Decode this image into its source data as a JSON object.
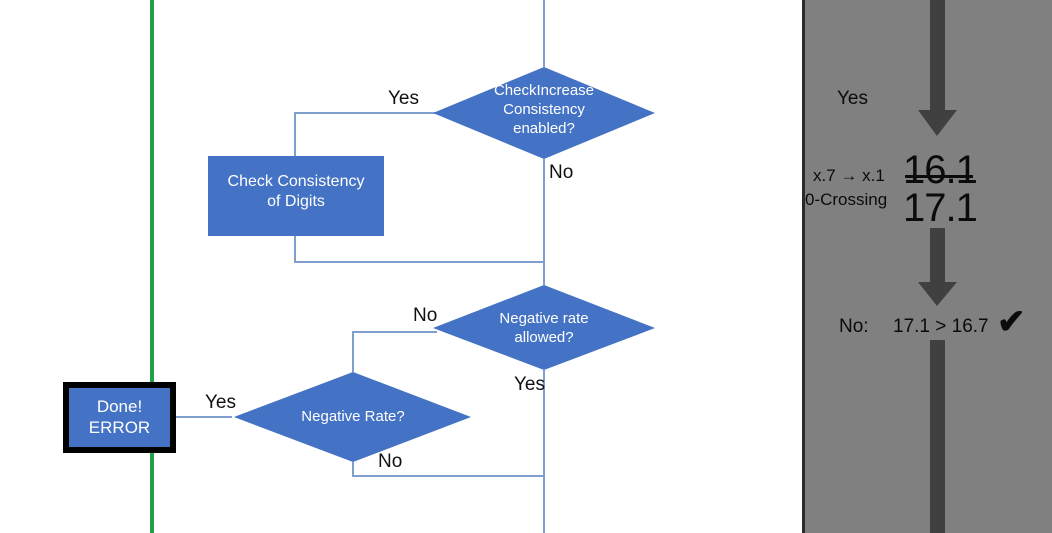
{
  "flowchart": {
    "nodes": [
      {
        "id": "check-increase-consistency",
        "shape": "diamond",
        "label": "CheckIncrease\nConsistency\nenabled?"
      },
      {
        "id": "check-consistency-of-digits",
        "shape": "process",
        "label": "Check Consistency\nof Digits"
      },
      {
        "id": "negative-rate-allowed",
        "shape": "diamond",
        "label": "Negative rate\nallowed?"
      },
      {
        "id": "negative-rate",
        "shape": "diamond",
        "label": "Negative Rate?"
      },
      {
        "id": "done-error",
        "shape": "terminator",
        "label": "Done!\nERROR"
      }
    ],
    "edge_labels": {
      "check_increase_yes": "Yes",
      "check_increase_no": "No",
      "negative_rate_allowed_no": "No",
      "negative_rate_allowed_yes": "Yes",
      "negative_rate_yes": "Yes",
      "negative_rate_no": "No"
    },
    "colors": {
      "node_fill": "#4472C4",
      "connector": "#7F9FD0",
      "terminator_border": "#000000",
      "marker_line": "#21A04A"
    }
  },
  "panel": {
    "yes_label": "Yes",
    "conversion_label": "x.7 → x.1",
    "zero_crossing_label": "0-Crossing",
    "value_old": "16.1",
    "value_new": "17.1",
    "no_label": "No:",
    "comparison": "17.1 > 16.7",
    "check_mark": "✔",
    "colors": {
      "background": "#808080",
      "arrow": "#404040",
      "border": "#2b2b2b"
    }
  }
}
